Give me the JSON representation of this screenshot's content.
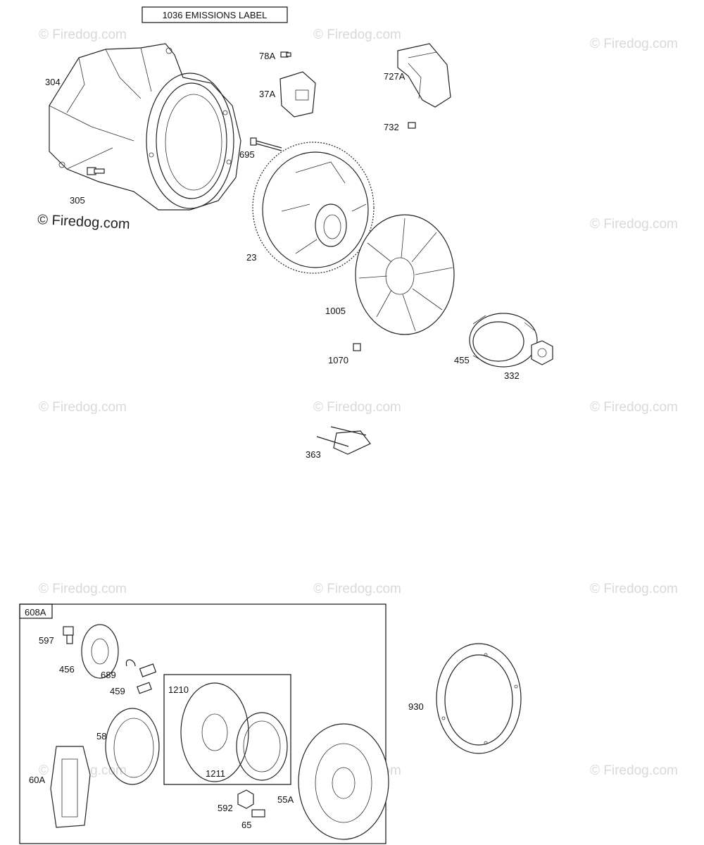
{
  "header_box": "1036 EMISSIONS LABEL",
  "watermark": "© Firedog.com",
  "callouts": {
    "c304": "304",
    "c305": "305",
    "c78A": "78A",
    "c37A": "37A",
    "c727A": "727A",
    "c732": "732",
    "c695": "695",
    "c23": "23",
    "c1005": "1005",
    "c1070": "1070",
    "c455": "455",
    "c332": "332",
    "c363": "363",
    "c608A": "608A",
    "c597": "597",
    "c456": "456",
    "c689": "689",
    "c459": "459",
    "c1210": "1210",
    "c1211": "1211",
    "c58": "58",
    "c60A": "60A",
    "c592": "592",
    "c65": "65",
    "c55A": "55A",
    "c930": "930"
  }
}
